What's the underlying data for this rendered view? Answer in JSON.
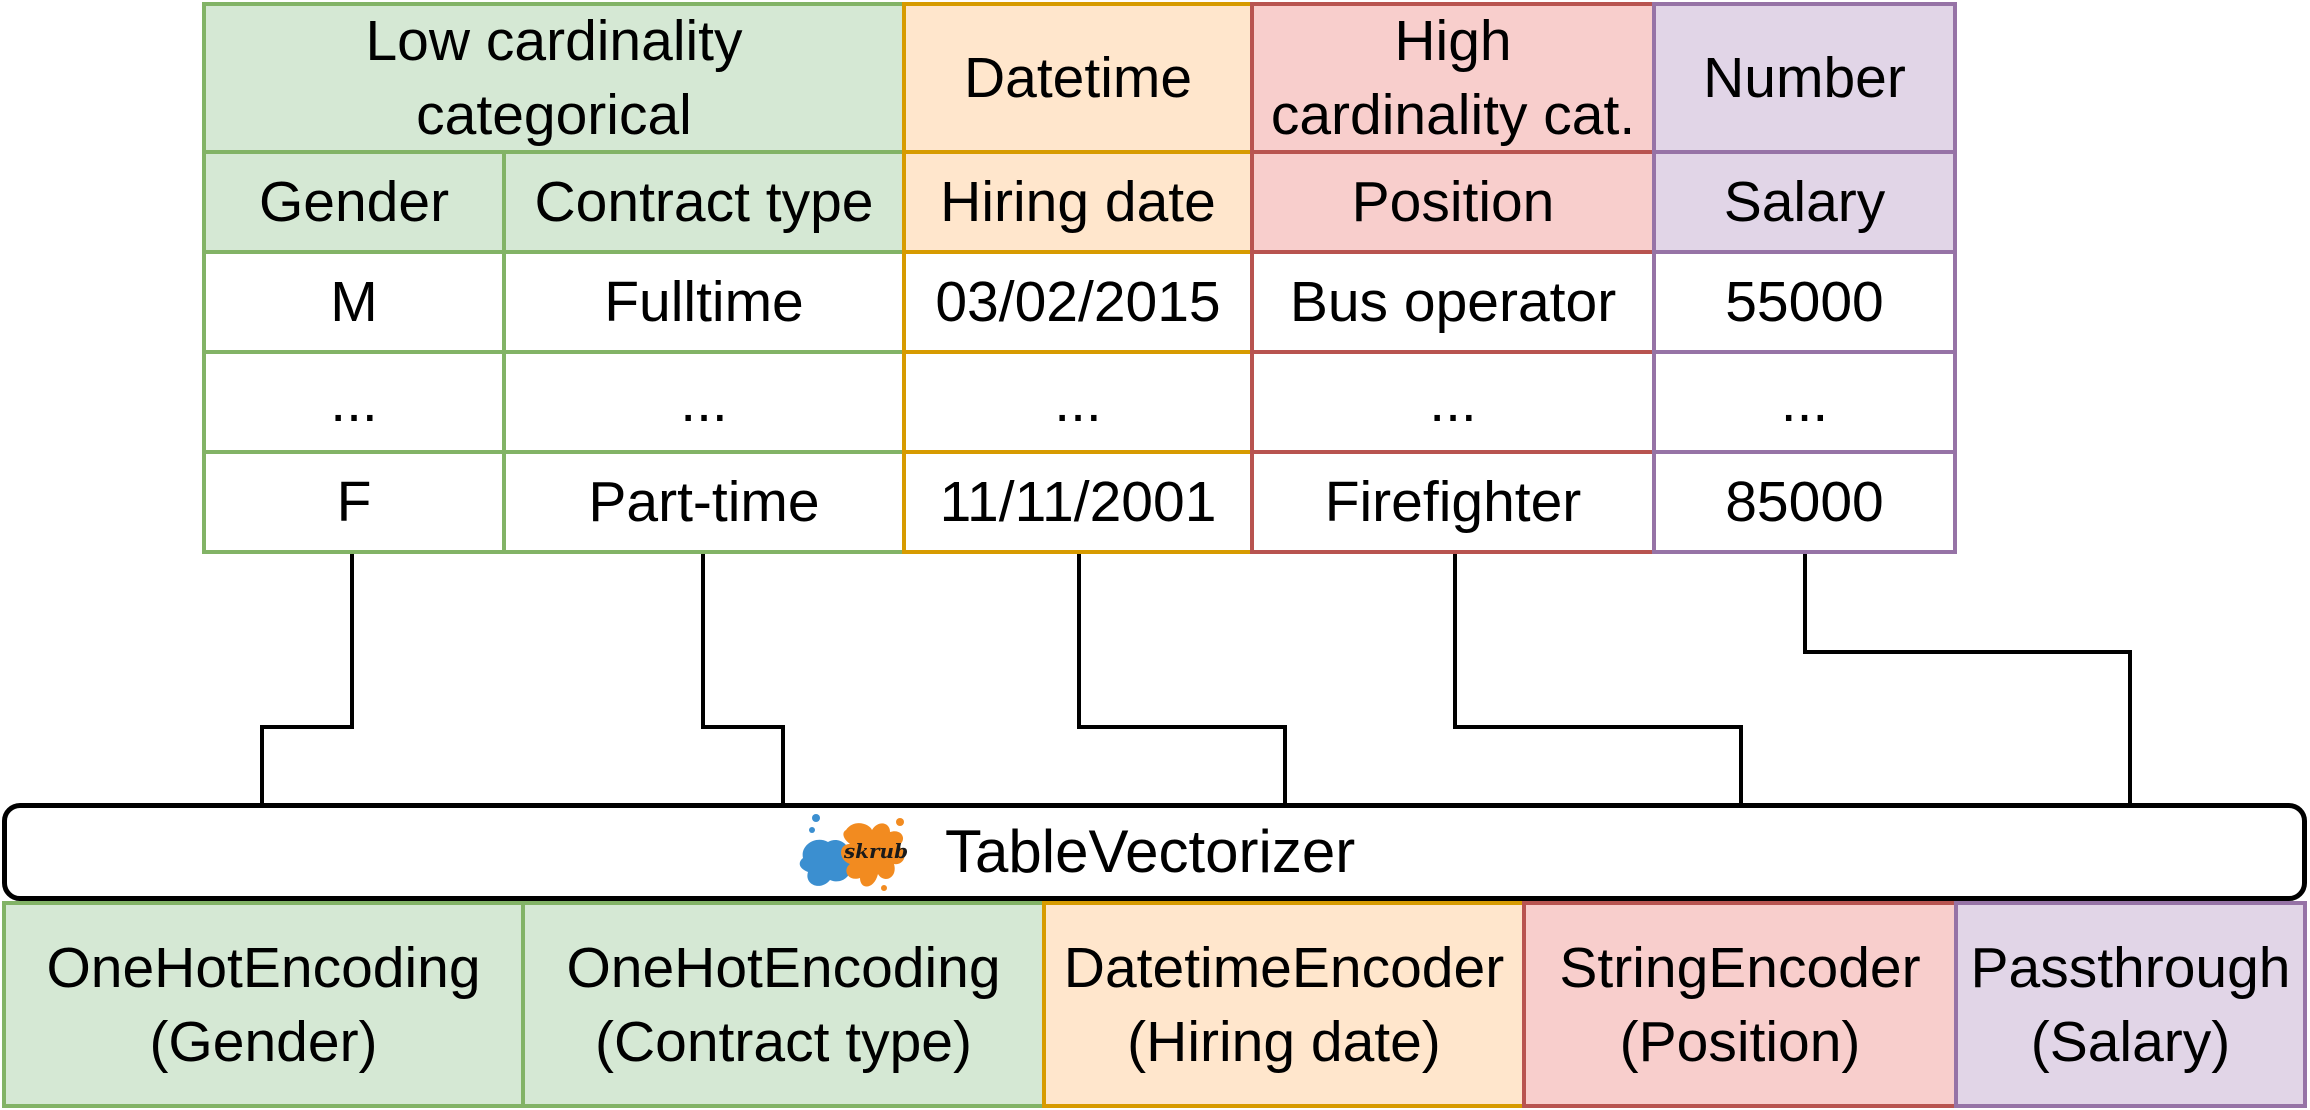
{
  "table": {
    "groups": [
      {
        "label": "Low cardinality\ncategorical"
      },
      {
        "label": "Datetime"
      },
      {
        "label": "High\ncardinality cat."
      },
      {
        "label": "Number"
      }
    ],
    "headers": [
      "Gender",
      "Contract type",
      "Hiring date",
      "Position",
      "Salary"
    ],
    "rows": [
      [
        "M",
        "Fulltime",
        "03/02/2015",
        "Bus operator",
        "55000"
      ],
      [
        "...",
        "...",
        "...",
        "...",
        "..."
      ],
      [
        "F",
        "Part-time",
        "11/11/2001",
        "Firefighter",
        "85000"
      ]
    ]
  },
  "vectorizer": {
    "label": "TableVectorizer",
    "logo_text": "skrub",
    "logo_icon": "skrub-splash-logo"
  },
  "encoders": [
    {
      "label": "OneHotEncoding\n(Gender)"
    },
    {
      "label": "OneHotEncoding\n(Contract type)"
    },
    {
      "label": "DatetimeEncoder\n(Hiring date)"
    },
    {
      "label": "StringEncoder\n(Position)"
    },
    {
      "label": "Passthrough\n(Salary)"
    }
  ],
  "colors": {
    "green_border": "#82b366",
    "green_fill": "#d5e8d4",
    "orange_border": "#d79b00",
    "orange_fill": "#ffe6cc",
    "red_border": "#b85450",
    "red_fill": "#f8cecc",
    "purple_border": "#9673a6",
    "purple_fill": "#e1d5e7"
  }
}
